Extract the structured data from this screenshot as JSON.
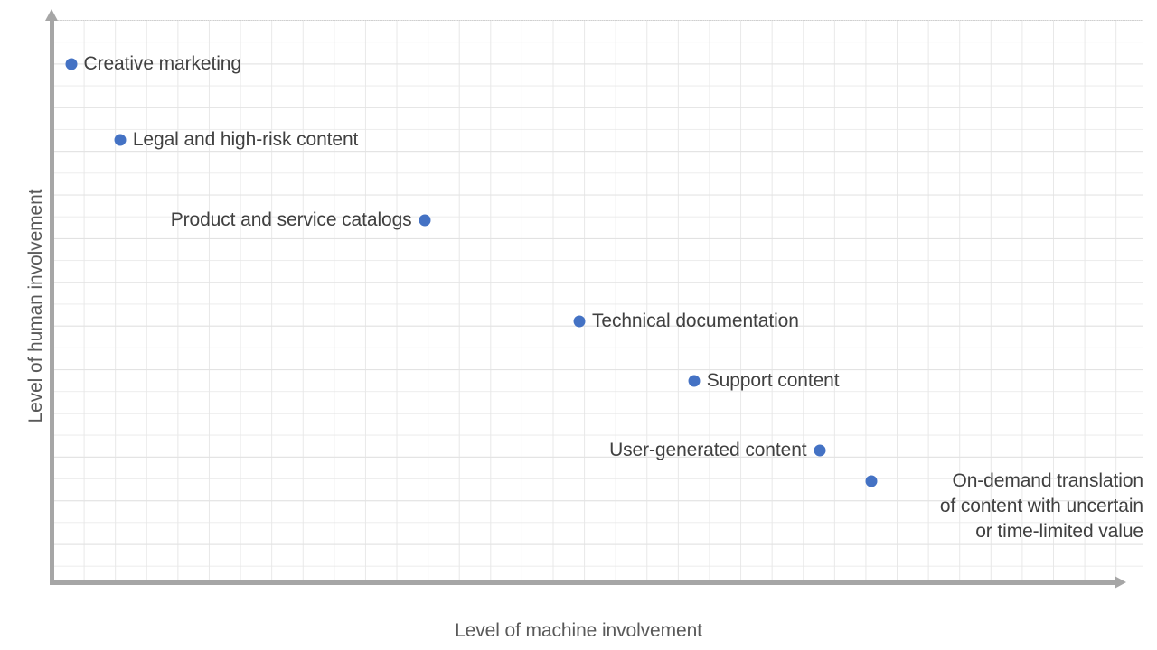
{
  "chart_data": {
    "type": "scatter",
    "title": "",
    "xlabel": "Level of machine involvement",
    "ylabel": "Level of human involvement",
    "xlim": [
      0,
      100
    ],
    "ylim": [
      0,
      100
    ],
    "grid": true,
    "legend": "none",
    "series_color": "#4472C4",
    "label_color": "#404040",
    "axis_color": "#A6A6A6",
    "points": [
      {
        "label": "Creative marketing",
        "x": 1.7,
        "y": 92.2,
        "label_side": "right",
        "label_lines": [
          "Creative marketing"
        ]
      },
      {
        "label": "Legal and high-risk content",
        "x": 6.2,
        "y": 78.7,
        "label_side": "right",
        "label_lines": [
          "Legal and high-risk content"
        ]
      },
      {
        "label": "Product and service catalogs",
        "x": 34.1,
        "y": 64.4,
        "label_side": "left",
        "label_lines": [
          "Product and service catalogs"
        ]
      },
      {
        "label": "Technical documentation",
        "x": 48.3,
        "y": 46.4,
        "label_side": "right",
        "label_lines": [
          "Technical documentation"
        ]
      },
      {
        "label": "Support content",
        "x": 58.8,
        "y": 35.8,
        "label_side": "right",
        "label_lines": [
          "Support content"
        ]
      },
      {
        "label": "User-generated content",
        "x": 70.3,
        "y": 23.4,
        "label_side": "left",
        "label_lines": [
          "User-generated content"
        ]
      },
      {
        "label": "On-demand translation of content with uncertain or time-limited value",
        "x": 75.1,
        "y": 17.9,
        "label_side": "right-block",
        "label_lines": [
          "On-demand translation",
          "of content with uncertain",
          "or time-limited value"
        ]
      }
    ]
  },
  "axes": {
    "x_title": "Level of machine involvement",
    "y_title": "Level of human involvement"
  }
}
